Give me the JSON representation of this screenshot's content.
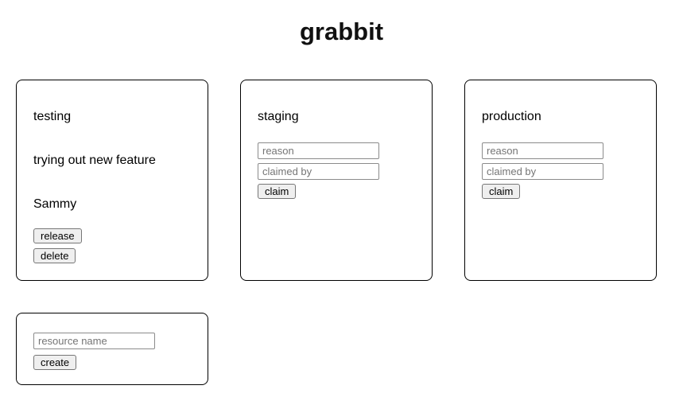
{
  "header": {
    "title": "grabbit"
  },
  "cards": [
    {
      "title": "testing",
      "status": "claimed",
      "reason": "trying out new feature",
      "claimed_by": "Sammy",
      "buttons": {
        "release": "release",
        "delete": "delete"
      }
    },
    {
      "title": "staging",
      "status": "available",
      "inputs": {
        "reason_placeholder": "reason",
        "reason_value": "",
        "claimed_by_placeholder": "claimed by",
        "claimed_by_value": ""
      },
      "buttons": {
        "claim": "claim"
      }
    },
    {
      "title": "production",
      "status": "available",
      "inputs": {
        "reason_placeholder": "reason",
        "reason_value": "",
        "claimed_by_placeholder": "claimed by",
        "claimed_by_value": ""
      },
      "buttons": {
        "claim": "claim"
      }
    }
  ],
  "create_form": {
    "inputs": {
      "name_placeholder": "resource name",
      "name_value": ""
    },
    "buttons": {
      "create": "create"
    }
  },
  "colors": {
    "background": "#ffffff",
    "text": "#000000",
    "card_border": "#000000",
    "input_border": "#8b8b8b",
    "placeholder_text": "#757575",
    "button_background": "#efefef",
    "button_border": "#767676"
  }
}
